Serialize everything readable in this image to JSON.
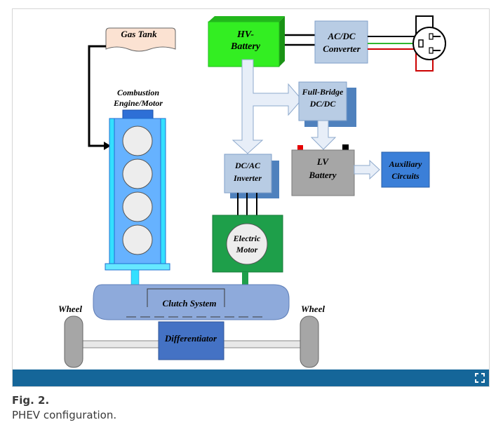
{
  "figure": {
    "labels": {
      "gas_tank": "Gas Tank",
      "engine_line1": "Combustion",
      "engine_line2": "Engine/Motor",
      "hv_battery_line1": "HV-",
      "hv_battery_line2": "Battery",
      "acdc_line1": "AC/DC",
      "acdc_line2": "Converter",
      "fullbridge_line1": "Full-Bridge",
      "fullbridge_line2": "DC/DC",
      "dcac_line1": "DC/AC",
      "dcac_line2": "Inverter",
      "lv_battery_line1": "LV",
      "lv_battery_line2": "Battery",
      "aux_line1": "Auxiliary",
      "aux_line2": "Circuits",
      "motor_line1": "Electric",
      "motor_line2": "Motor",
      "clutch": "Clutch System",
      "wheel_left": "Wheel",
      "wheel_right": "Wheel",
      "differentiator": "Differentiator"
    },
    "colors": {
      "hv_battery": "#33ee22",
      "converter": "#b8cce4",
      "blue_block": "#4f81bd",
      "engine_body": "#66b2ff",
      "engine_frame": "#33e0ff",
      "engine_cap": "#2e6fd6",
      "motor_block": "#1e9f4a",
      "lv_battery": "#a6a6a6",
      "aux": "#3b7fd8",
      "clutch_body": "#8eaadb",
      "differentiator": "#4472c4",
      "wheel": "#a6a6a6",
      "arrow_fill": "#e7eef8",
      "bar": "#156699"
    }
  },
  "caption": {
    "label": "Fig. 2.",
    "text": "PHEV configuration."
  },
  "toolbar": {
    "expand_icon": "expand-icon"
  }
}
